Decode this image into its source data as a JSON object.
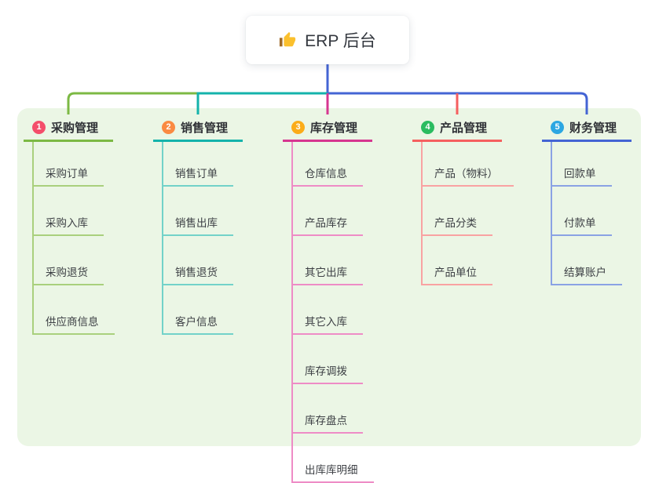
{
  "root": {
    "icon": "thumbs-up-icon",
    "label": "ERP 后台"
  },
  "canvas": {
    "background": "#ffffff",
    "panel_background": "#ebf6e5",
    "stem_color": "#4464d4",
    "thumb_color": "#fbc02d",
    "thumb_cuff_color": "#a06b28"
  },
  "branches": [
    {
      "badge": "1",
      "label": "采购管理",
      "badge_color": "#f44e6b",
      "line_color": "#7cb944",
      "child_line_color": "#a9d07d",
      "children": [
        "采购订单",
        "采购入库",
        "采购退货",
        "供应商信息"
      ]
    },
    {
      "badge": "2",
      "label": "销售管理",
      "badge_color": "#fa8a42",
      "line_color": "#14b3ab",
      "child_line_color": "#72d2c9",
      "children": [
        "销售订单",
        "销售出库",
        "销售退货",
        "客户信息"
      ]
    },
    {
      "badge": "3",
      "label": "库存管理",
      "badge_color": "#fbac19",
      "line_color": "#d63690",
      "child_line_color": "#ee8cc6",
      "children": [
        "仓库信息",
        "产品库存",
        "其它出库",
        "其它入库",
        "库存调拨",
        "库存盘点",
        "出库库明细"
      ]
    },
    {
      "badge": "4",
      "label": "产品管理",
      "badge_color": "#2bbc60",
      "line_color": "#f55f5f",
      "child_line_color": "#f9a2a2",
      "children": [
        "产品（物料）",
        "产品分类",
        "产品单位"
      ]
    },
    {
      "badge": "5",
      "label": "财务管理",
      "badge_color": "#2ca7e2",
      "line_color": "#4464d4",
      "child_line_color": "#8aa2e4",
      "children": [
        "回款单",
        "付款单",
        "结算账户"
      ]
    }
  ]
}
